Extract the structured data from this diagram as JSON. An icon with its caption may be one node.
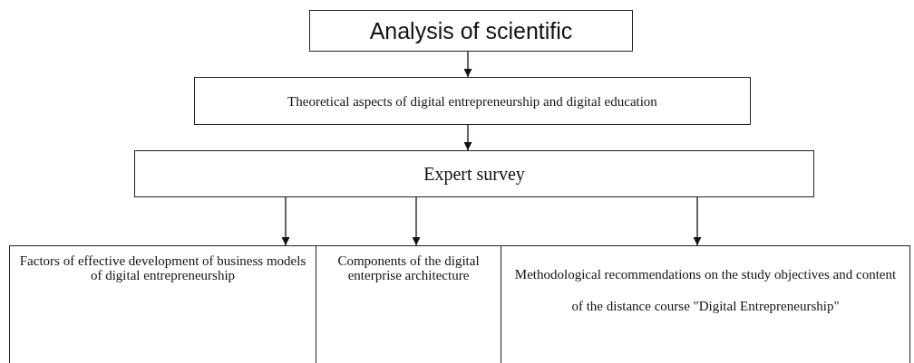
{
  "diagram": {
    "nodes": [
      {
        "text": [
          "Analysis of scientific"
        ]
      },
      {
        "text": [
          "Theoretical aspects of digital entrepreneurship and digital education"
        ]
      },
      {
        "text": [
          "Expert survey"
        ]
      },
      {
        "text": [
          "Factors of effective development of business models of digital entrepreneurship"
        ]
      },
      {
        "text": [
          "Components of the digital enterprise architecture"
        ]
      },
      {
        "text": [
          "Methodological recommendations on the study objectives and content of the distance course \"Digital Entrepreneurship\""
        ]
      }
    ],
    "edges": [
      {
        "from": 0,
        "to": 1,
        "arrow": "to"
      },
      {
        "from": 1,
        "to": 2,
        "arrow": "to"
      },
      {
        "from": 2,
        "to": 3,
        "arrow": "to"
      },
      {
        "from": 2,
        "to": 4,
        "arrow": "to"
      },
      {
        "from": 2,
        "to": 5,
        "arrow": "to"
      }
    ]
  }
}
